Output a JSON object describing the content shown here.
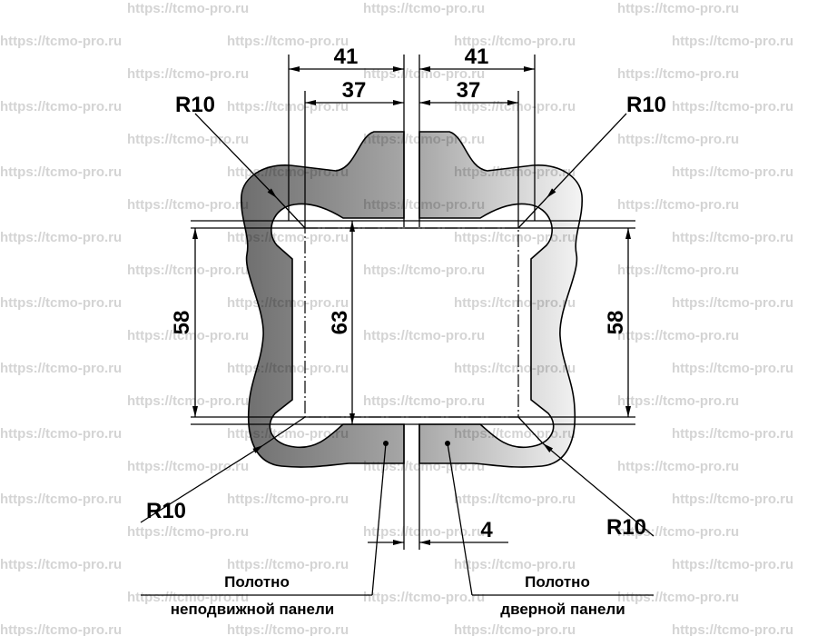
{
  "watermark": "https://tcmo-pro.ru",
  "dimensions": {
    "left_outer_width": "41",
    "left_inner_width": "37",
    "right_outer_width": "41",
    "right_inner_width": "37",
    "left_glass_height": "58",
    "inner_height": "63",
    "right_glass_height": "58",
    "gap": "4",
    "radius_top_left": "R10",
    "radius_top_right": "R10",
    "radius_bottom_left": "R10",
    "radius_bottom_right": "R10"
  },
  "labels": {
    "fixed_panel_line1": "Полотно",
    "fixed_panel_line2": "неподвижной панели",
    "door_panel_line1": "Полотно",
    "door_panel_line2": "дверной панели"
  },
  "colors": {
    "left_part": "#8c8c8c",
    "right_part": "#c8c8c8"
  }
}
